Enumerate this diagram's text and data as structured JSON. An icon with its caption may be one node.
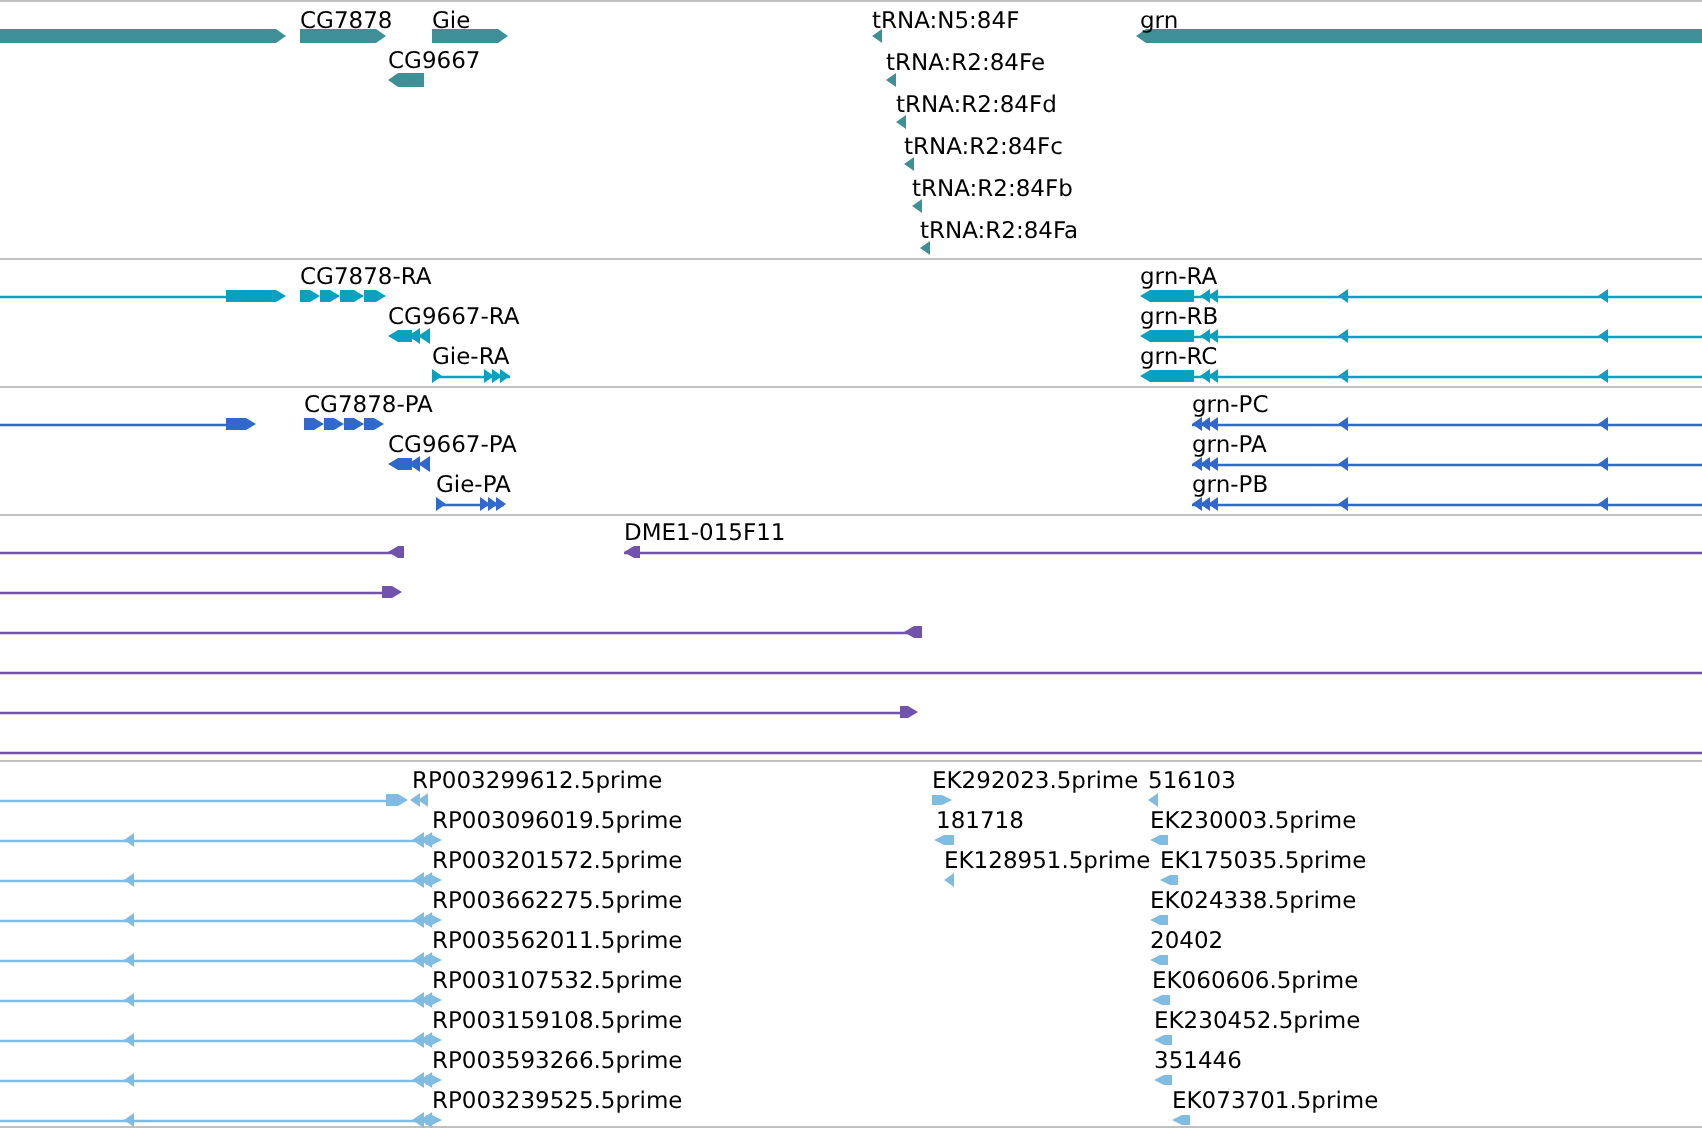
{
  "diagram": {
    "labels": [
      "CG7878",
      "Gie",
      "tRNA:N5:84F",
      "grn",
      "CG9667",
      "tRNA:R2:84Fe",
      "tRNA:R2:84Fd",
      "tRNA:R2:84Fc",
      "tRNA:R2:84Fb",
      "tRNA:R2:84Fa",
      "CG7878-RA",
      "grn-RA",
      "CG9667-RA",
      "grn-RB",
      "Gie-RA",
      "grn-RC",
      "CG7878-PA",
      "grn-PC",
      "CG9667-PA",
      "grn-PA",
      "Gie-PA",
      "grn-PB",
      "DME1-015F11",
      "RP003299612.5prime",
      "EK292023.5prime",
      "516103",
      "RP003096019.5prime",
      "181718",
      "EK230003.5prime",
      "RP003201572.5prime",
      "EK128951.5prime",
      "EK175035.5prime",
      "RP003662275.5prime",
      "EK024338.5prime",
      "RP003562011.5prime",
      "20402",
      "RP003107532.5prime",
      "EK060606.5prime",
      "RP003159108.5prime",
      "EK230452.5prime",
      "RP003593266.5prime",
      "351446",
      "RP003239525.5prime",
      "EK073701.5prime"
    ]
  }
}
